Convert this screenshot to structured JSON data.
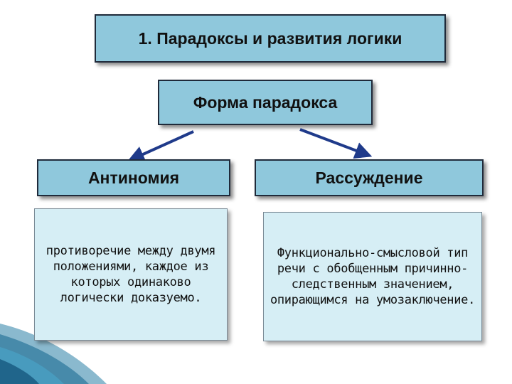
{
  "title": "1. Парадоксы и развития логики",
  "form_label": "Форма парадокса",
  "branches": [
    {
      "label": "Антиномия",
      "description": "противоречие между двумя положениями, каждое из которых одинаково логически доказуемо."
    },
    {
      "label": "Рассуждение",
      "description": "Функционально-смысловой тип речи с обобщенным причинно-следственным значением, опирающимся на умозаключение."
    }
  ],
  "colors": {
    "box_fill": "#8fc8dc",
    "desc_fill": "#d6eef5",
    "arrow": "#1f3a8a",
    "border": "#1f2a3a"
  }
}
